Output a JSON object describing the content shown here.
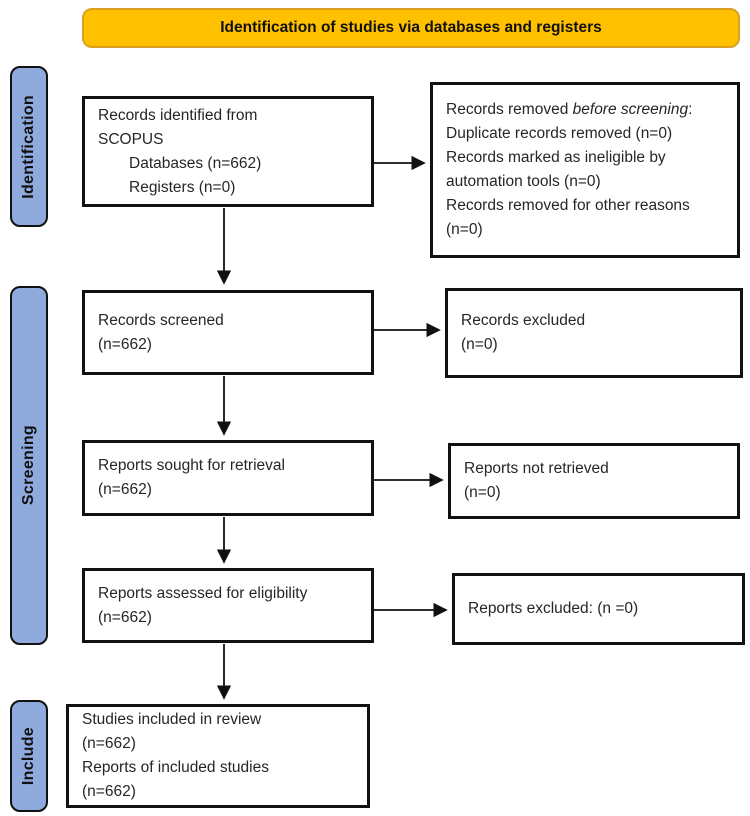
{
  "banner": {
    "label": "Identification of studies via databases and registers"
  },
  "colors": {
    "banner_bg": "#FFC000",
    "banner_border": "#D9A021",
    "stage_bg": "#8FAADC",
    "box_border": "#111111",
    "text": "#262626"
  },
  "stages": [
    {
      "label": "Identification"
    },
    {
      "label": "Screening"
    },
    {
      "label": "Include"
    }
  ],
  "boxes": {
    "identified": {
      "line1": "Records identified from",
      "line2": "SCOPUS",
      "indent1": "Databases (n=662)",
      "indent2": "Registers (n=0)"
    },
    "removed": {
      "line1_prefix": "Records removed ",
      "line1_italic": "before screening",
      "line1_suffix": ":",
      "item1": "Duplicate records removed (n=0)",
      "item2": "Records marked as ineligible by automation tools (n=0)",
      "item3": "Records removed for other reasons (n=0)"
    },
    "screened": {
      "line1": "Records screened",
      "line2": "(n=662)"
    },
    "excluded": {
      "line1": "Records excluded",
      "line2": "(n=0)"
    },
    "sought": {
      "line1": "Reports sought for retrieval",
      "line2": "(n=662)"
    },
    "not_retrieved": {
      "line1": "Reports not retrieved",
      "line2": "(n=0)"
    },
    "assessed": {
      "line1": "Reports assessed for eligibility",
      "line2": "(n=662)"
    },
    "reports_excluded": {
      "line1": "Reports excluded: (n =0)"
    },
    "included": {
      "line1": "Studies included in review",
      "line2": "(n=662)",
      "line3": "Reports of included studies",
      "line4": "(n=662)"
    }
  }
}
